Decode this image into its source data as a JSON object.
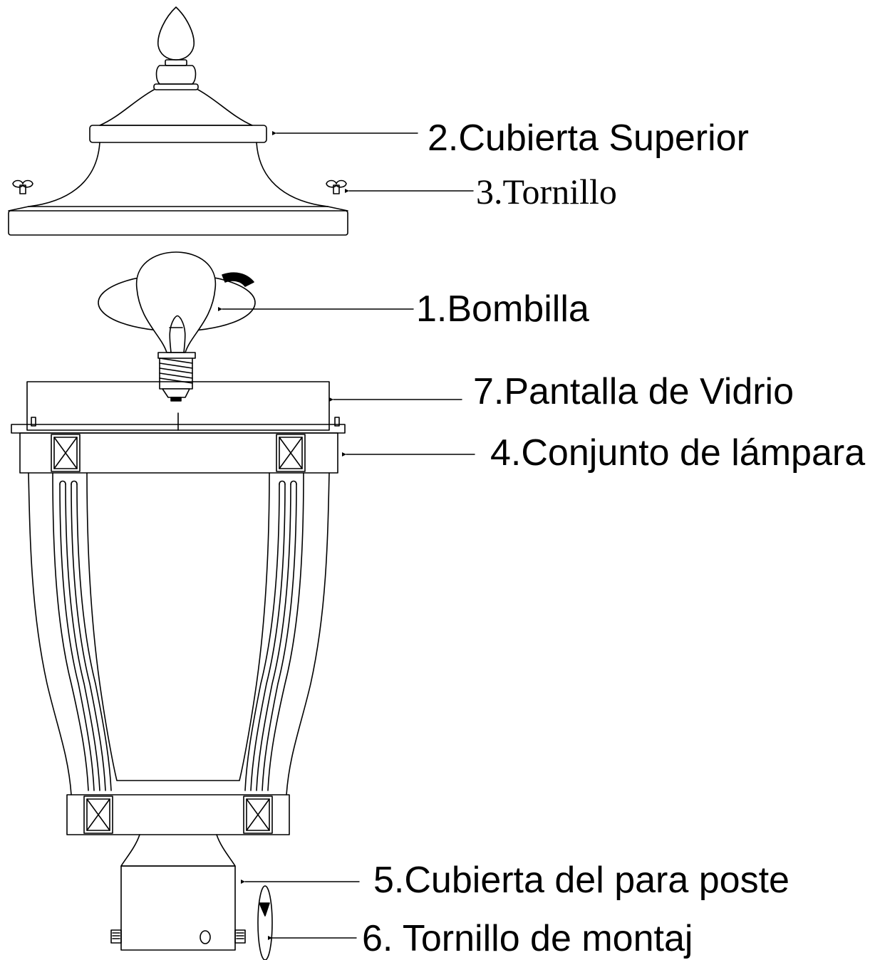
{
  "diagram": {
    "labels": {
      "top_cover": "2.Cubierta Superior",
      "screw": "3.Tornillo",
      "bulb": "1.Bombilla",
      "glass_shade": "7.Pantalla de Vidrio",
      "lamp_assembly": "4.Conjunto de lámpara",
      "post_cover": "5.Cubierta del para poste",
      "mounting_screw": "6. Tornillo de montaj"
    },
    "colors": {
      "line": "#000000",
      "background": "#ffffff"
    }
  }
}
